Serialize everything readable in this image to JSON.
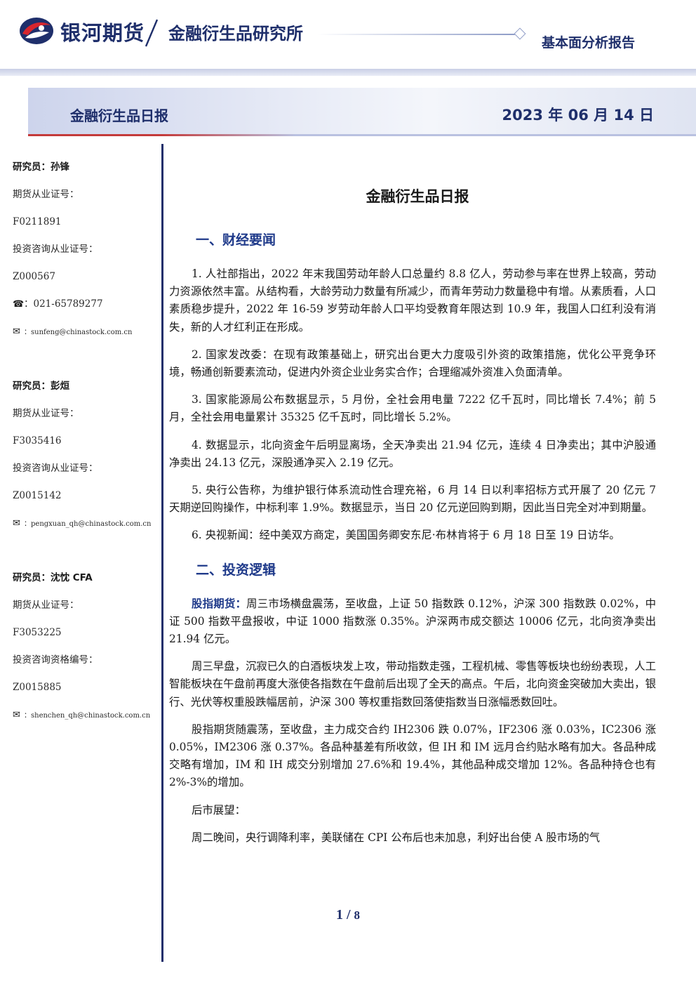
{
  "header": {
    "brand": "银河期货",
    "institute": "金融衍生品研究所",
    "report_type": "基本面分析报告"
  },
  "title_band": {
    "title": "金融衍生品日报",
    "date": "2023 年 06 月 14 日"
  },
  "analysts": [
    {
      "name_line": "研究员：孙锋",
      "license_label": "期货从业证号：",
      "license_no": "F0211891",
      "consult_label": "投资咨询从业证号：",
      "consult_no": "Z000567",
      "phone_icon": "phone-icon",
      "phone": "：021-65789277",
      "email_icon": "mail-icon",
      "email": "：sunfeng@chinastock.com.cn"
    },
    {
      "name_line": "研究员：彭烜",
      "license_label": "期货从业证号：",
      "license_no": "F3035416",
      "consult_label": "投资咨询从业证号：",
      "consult_no": "Z0015142",
      "email_icon": "mail-icon",
      "email": "：pengxuan_qh@chinastock.com.cn"
    },
    {
      "name_line": "研究员：沈忱 CFA",
      "license_label": "期货从业证号：",
      "license_no": "F3053225",
      "consult_label": "投资咨询资格编号：",
      "consult_no": "Z0015885",
      "email_icon": "mail-icon",
      "email": "：shenchen_qh@chinastock.com.cn"
    }
  ],
  "main": {
    "title": "金融衍生品日报",
    "section1": {
      "heading": "一、财经要闻",
      "items": [
        "1. 人社部指出，2022 年末我国劳动年龄人口总量约 8.8 亿人，劳动参与率在世界上较高，劳动力资源依然丰富。从结构看，大龄劳动力数量有所减少，而青年劳动力数量稳中有增。从素质看，人口素质稳步提升，2022 年 16-59 岁劳动年龄人口平均受教育年限达到 10.9 年，我国人口红利没有消失，新的人才红利正在形成。",
        "2. 国家发改委：在现有政策基础上，研究出台更大力度吸引外资的政策措施，优化公平竞争环境，畅通创新要素流动，促进内外资企业业务实合作；合理缩减外资准入负面清单。",
        "3. 国家能源局公布数据显示，5 月份，全社会用电量 7222 亿千瓦时，同比增长 7.4%；前 5 月，全社会用电量累计 35325 亿千瓦时，同比增长 5.2%。",
        "4. 数据显示，北向资金午后明显离场，全天净卖出 21.94 亿元，连续 4 日净卖出；其中沪股通净卖出 24.13 亿元，深股通净买入 2.19 亿元。",
        "5. 央行公告称，为维护银行体系流动性合理充裕，6 月 14 日以利率招标方式开展了 20 亿元 7 天期逆回购操作，中标利率 1.9%。数据显示，当日 20 亿元逆回购到期，因此当日完全对冲到期量。",
        "6. 央视新闻：经中美双方商定，美国国务卿安东尼·布林肯将于 6 月 18 日至 19 日访华。"
      ]
    },
    "section2": {
      "heading": "二、投资逻辑",
      "lead_label": "股指期货：",
      "lead_text": "周三市场横盘震荡，至收盘，上证 50 指数跌 0.12%，沪深 300 指数跌 0.02%，中证 500 指数平盘报收，中证 1000 指数涨 0.35%。沪深两市成交额达 10006 亿元，北向资净卖出 21.94 亿元。",
      "p2": "周三早盘，沉寂已久的白酒板块发上攻，带动指数走强，工程机械、零售等板块也纷纷表现，人工智能板块在午盘前再度大涨使各指数在午盘前后出现了全天的高点。午后，北向资金突破加大卖出，银行、光伏等权重股跌幅居前，沪深 300 等权重指数回落使指数当日涨幅悉数回吐。",
      "p3": "股指期货随震荡，至收盘，主力成交合约 IH2306 跌 0.07%，IF2306 涨 0.03%，IC2306 涨 0.05%，IM2306 涨 0.37%。各品种基差有所收敛，但 IH 和 IM 远月合约贴水略有加大。各品种成交略有增加，IM 和 IH 成交分别增加 27.6%和 19.4%，其他品种成交增加 12%。各品种持仓也有 2%-3%的增加。",
      "p4": "后市展望：",
      "p5": "周二晚间，央行调降利率，美联储在 CPI 公布后也未加息，利好出台使 A 股市场的气"
    }
  },
  "footer": {
    "page": "1",
    "separator": "/",
    "total": "8"
  }
}
